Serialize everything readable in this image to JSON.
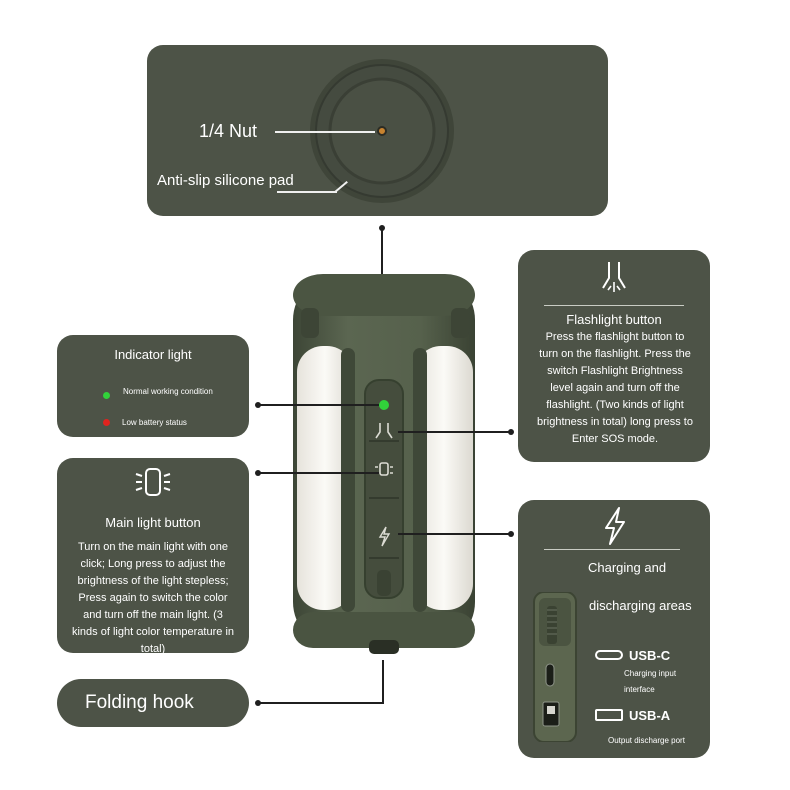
{
  "colors": {
    "panel": "#4d5347",
    "lantern_body": "#4f5a45",
    "lens": "#f4f2ec",
    "led_green": "#31d23a",
    "led_red": "#e0231f"
  },
  "base_panel": {
    "nut_label": "1/4 Nut",
    "pad_label": "Anti-slip silicone pad"
  },
  "indicator": {
    "title": "Indicator light",
    "items": [
      {
        "color": "green",
        "label": "Normal working condition"
      },
      {
        "color": "red",
        "label": "Low battery status"
      }
    ]
  },
  "main_light": {
    "icon": "lantern-light-icon",
    "title": "Main light button",
    "description": "Turn on the main light with one click; Long press to adjust the brightness of the light stepless; Press again to switch the color and turn off the main light. (3 kinds of light color temperature in total)"
  },
  "folding_hook": {
    "label": "Folding hook"
  },
  "flashlight": {
    "icon": "flashlight-icon",
    "title": "Flashlight button",
    "description": "Press the flashlight button to turn on the flashlight. Press the switch Flashlight Brightness level again and turn off the flashlight. (Two kinds of light brightness in total) long press to Enter SOS mode."
  },
  "charging": {
    "icon": "lightning-icon",
    "title_line1": "Charging and",
    "title_line2": "discharging areas",
    "ports": [
      {
        "icon": "usb-c-icon",
        "name": "USB-C",
        "desc": "Charging input interface"
      },
      {
        "icon": "usb-a-icon",
        "name": "USB-A",
        "desc": "Output discharge port"
      }
    ]
  }
}
